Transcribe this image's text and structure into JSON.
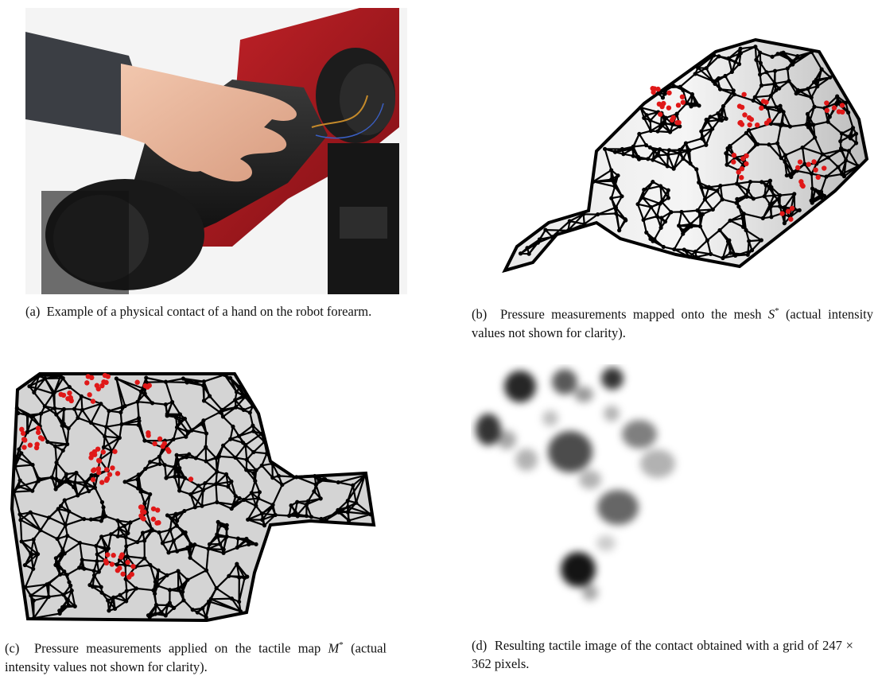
{
  "figures": {
    "a": {
      "label": "(a)",
      "caption": "Example of a physical contact of a hand on the robot forearm.",
      "colors": {
        "robot": "#a8161c",
        "black": "#151515",
        "skin": "#e9b89c",
        "sleeve": "#3b3e44"
      }
    },
    "b": {
      "label": "(b)",
      "caption_pre": "Pressure measurements mapped onto the mesh ",
      "math": "S",
      "sup": "*",
      "caption_post": " (actual intensity values not shown for clarity).",
      "colors": {
        "mesh": "#000000",
        "surface": "#d9d9d9",
        "pressure": "#e01818"
      }
    },
    "c": {
      "label": "(c)",
      "caption_pre": "Pressure measurements applied on the tactile map ",
      "math": "M",
      "sup": "*",
      "caption_post": " (actual intensity values not shown for clarity).",
      "colors": {
        "mesh": "#000000",
        "surface": "#cfcfcf",
        "pressure": "#e01818"
      }
    },
    "d": {
      "label": "(d)",
      "caption": "Resulting tactile image of the contact obtained with a grid of 247 × 362 pixels.",
      "colors": {
        "blob": "#000000"
      }
    }
  }
}
